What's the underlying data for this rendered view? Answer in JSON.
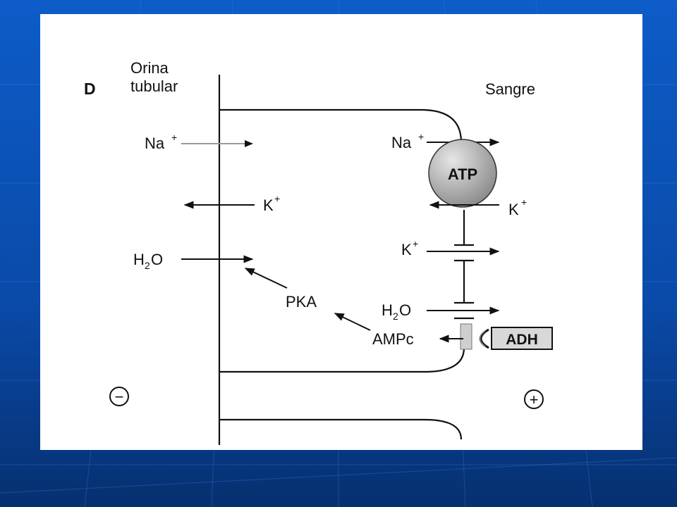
{
  "colors": {
    "slide_background": "#0a4fb5",
    "panel_background": "#ffffff",
    "line": "#111111",
    "na_arrow_apical": "#9a9a9a",
    "atp_pump_fill": "#a8a8a8",
    "adh_box_fill": "#d8d8d8"
  },
  "labels": {
    "panel_letter": "D",
    "lumen_line1": "Orina",
    "lumen_line2": "tubular",
    "blood": "Sangre",
    "na_apical": "Na",
    "na_apical_sup": "+",
    "k_apical": "K",
    "k_apical_sup": "+",
    "h2o_apical_h": "H",
    "h2o_apical_sub": "2",
    "h2o_apical_o": "O",
    "pka": "PKA",
    "na_basal": "Na",
    "na_basal_sup": "+",
    "atp": "ATP",
    "k_basal_pump": "K",
    "k_basal_pump_sup": "+",
    "k_channel": "K",
    "k_channel_sup": "+",
    "h2o_basal_h": "H",
    "h2o_basal_sub": "2",
    "h2o_basal_o": "O",
    "ampc": "AMPc",
    "adh": "ADH",
    "minus_sign": "−",
    "plus_sign": "+"
  },
  "icons": {
    "atp_pump": "sphere-icon",
    "receptor": "receptor-icon"
  }
}
